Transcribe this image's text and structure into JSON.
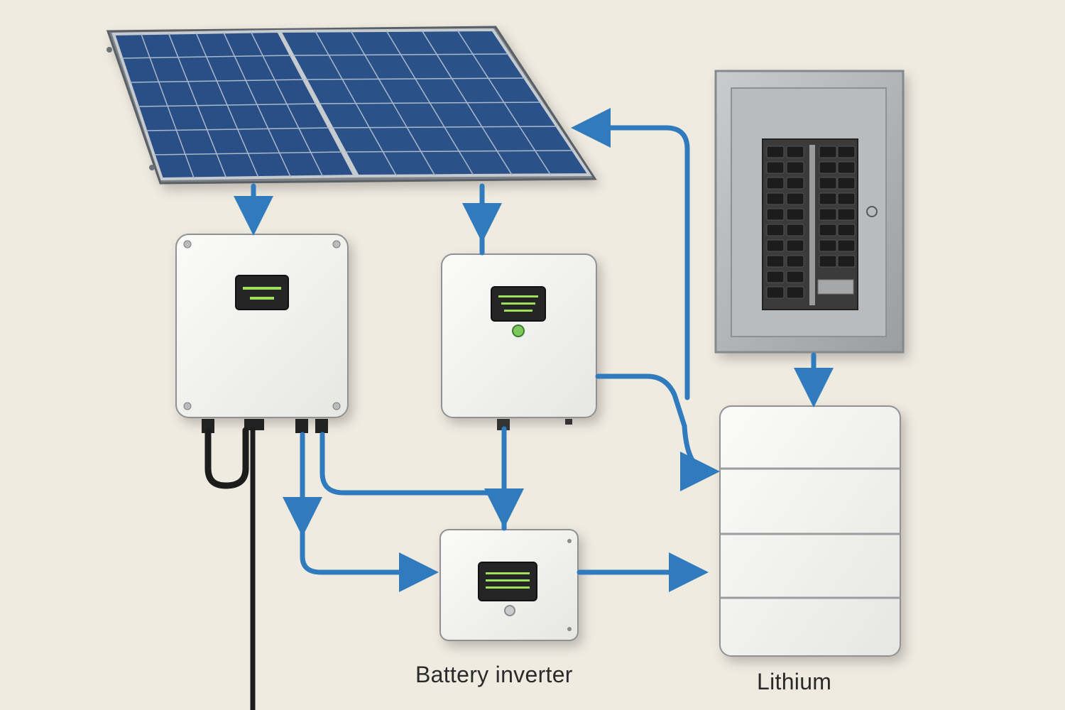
{
  "diagram": {
    "labels": {
      "battery_inverter": "Battery inverter",
      "lithium": "Lithium"
    },
    "components": {
      "solar_array": {
        "panel_count": 2,
        "cell_rows": 6,
        "cell_cols": 6
      },
      "breaker_panel": {
        "breaker_rows": 10
      },
      "lithium_battery": {
        "module_count": 4
      }
    },
    "connections": [
      {
        "from": "solar-array",
        "to": "pv-inverter"
      },
      {
        "from": "solar-array",
        "to": "hybrid-inverter"
      },
      {
        "from": "breaker-panel",
        "to": "lithium-battery"
      },
      {
        "from": "lithium-battery",
        "to": "solar-array"
      },
      {
        "from": "hybrid-inverter",
        "to": "lithium-battery"
      },
      {
        "from": "pv-inverter",
        "to": "battery-inverter"
      },
      {
        "from": "hybrid-inverter",
        "to": "battery-inverter"
      },
      {
        "from": "battery-inverter",
        "to": "lithium-battery"
      }
    ],
    "colors": {
      "wall": "#f0ebe1",
      "flow_arrow": "#2f7bbd",
      "panel_cell": "#2a4f86",
      "enclosure": "#f4f4f2",
      "display_text": "#9fe05a",
      "cable": "#1c1c1c"
    }
  }
}
